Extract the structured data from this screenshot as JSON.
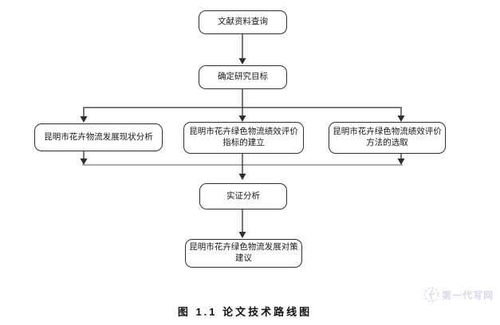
{
  "figure": {
    "caption": "图 1.1 论文技术路线图",
    "watermark": {
      "text": "第一代写网",
      "color": "#d7d9ec"
    }
  },
  "flowchart": {
    "nodes": [
      {
        "id": "literature-search",
        "label": "文献资料查询"
      },
      {
        "id": "research-goal",
        "label": "确定研究目标"
      },
      {
        "id": "status-analysis",
        "label": "昆明市花卉物流发展现状分析"
      },
      {
        "id": "indicator-building",
        "label": "昆明市花卉绿色物流绩效评价\n指标的建立"
      },
      {
        "id": "method-selection",
        "label": "昆明市花卉绿色物流绩效评价\n方法的选取"
      },
      {
        "id": "empirical-analysis",
        "label": "实证分析"
      },
      {
        "id": "countermeasures",
        "label": "昆明市花卉绿色物流发展对策\n建议"
      }
    ],
    "edges": [
      {
        "from": "literature-search",
        "to": "research-goal"
      },
      {
        "from": "research-goal",
        "to": "status-analysis"
      },
      {
        "from": "research-goal",
        "to": "indicator-building"
      },
      {
        "from": "research-goal",
        "to": "method-selection"
      },
      {
        "from": "status-analysis",
        "to": "empirical-analysis"
      },
      {
        "from": "indicator-building",
        "to": "empirical-analysis"
      },
      {
        "from": "method-selection",
        "to": "empirical-analysis"
      },
      {
        "from": "empirical-analysis",
        "to": "countermeasures"
      }
    ]
  },
  "colors": {
    "line": "#2e2e2e",
    "merge_line": "#8d8d8d",
    "border": "#2f2f2f",
    "text": "#1a1a1a",
    "watermark": "#d7d9ec"
  }
}
